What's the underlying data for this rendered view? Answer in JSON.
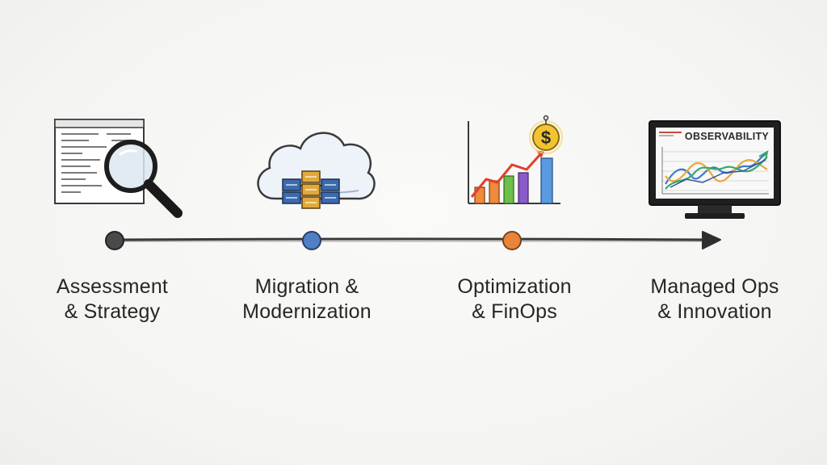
{
  "stages": [
    {
      "line1": "Assessment",
      "line2": "& Strategy",
      "dot_color": "#4a4a4a",
      "icon": "magnifier-over-document-icon"
    },
    {
      "line1": "Migration &",
      "line2": "Modernization",
      "dot_color": "#4f7fc4",
      "icon": "cloud-servers-icon"
    },
    {
      "line1": "Optimization",
      "line2": "& FinOps",
      "dot_color": "#e8843a",
      "icon": "rising-bar-chart-dollar-icon"
    },
    {
      "line1": "Managed Ops",
      "line2": "& Innovation",
      "icon": "observability-monitor-icon"
    }
  ],
  "monitor": {
    "screen_title": "OBSERVABILITY"
  },
  "colors": {
    "line": "#3a3a3a",
    "bar_orange": "#f08a3c",
    "bar_green": "#6cc04a",
    "bar_purple": "#8a5cc8",
    "bar_blue": "#5a9ae0",
    "trend_red": "#e0402a",
    "coin_gold": "#f4c430"
  }
}
